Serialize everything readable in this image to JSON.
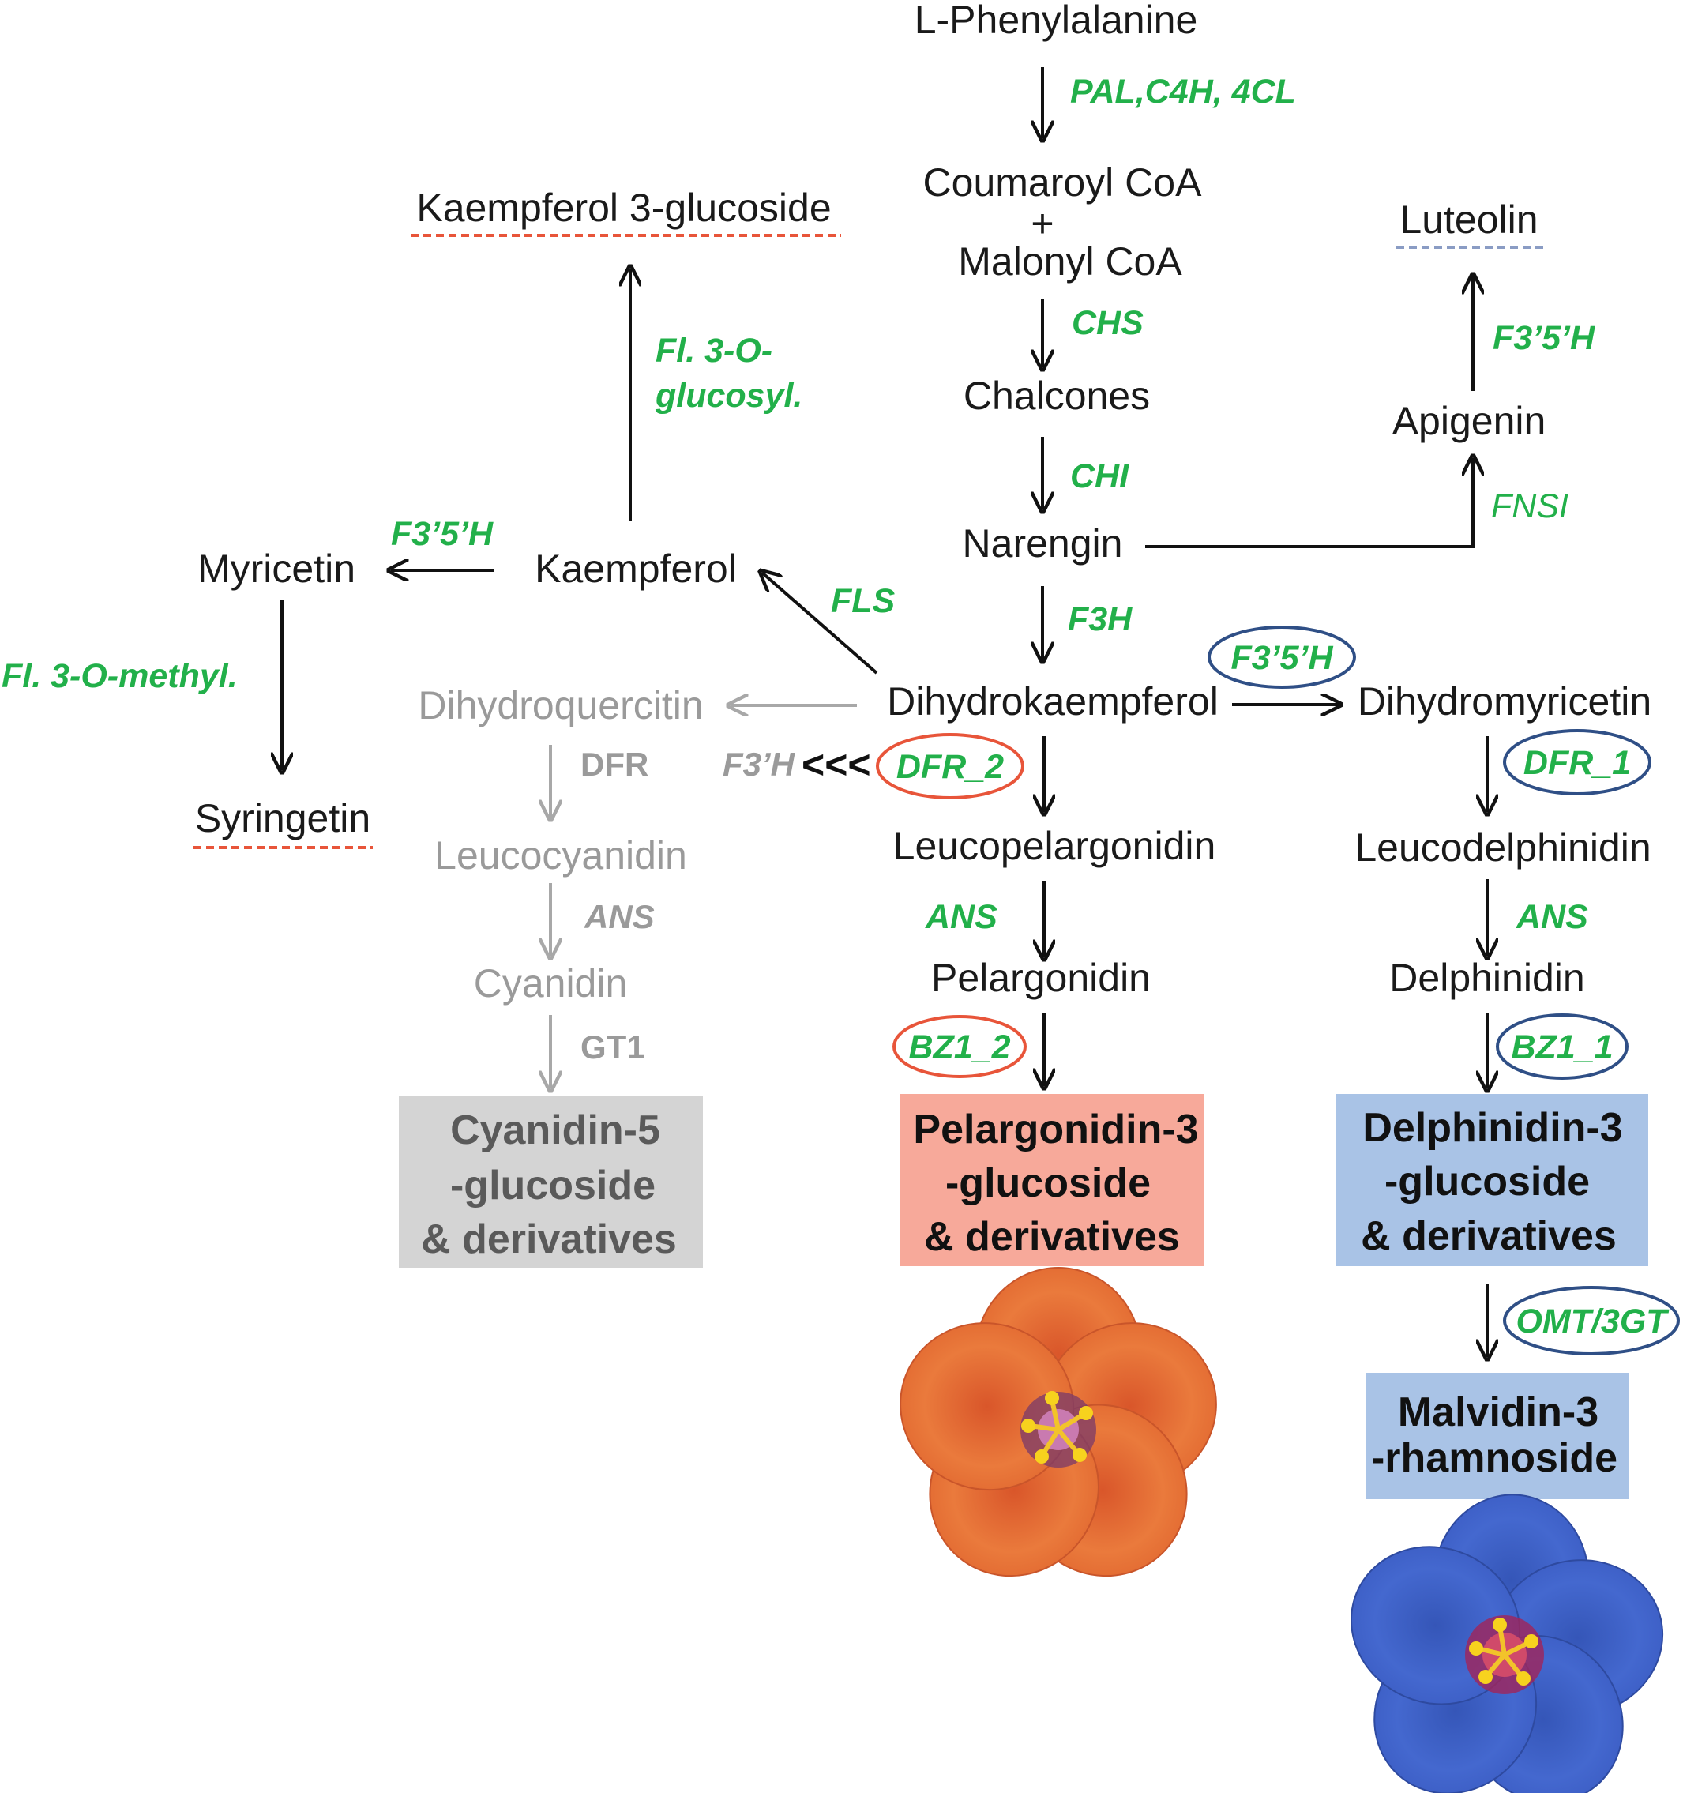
{
  "compounds": {
    "l_phenylalanine": "L-Phenylalanine",
    "coumaroyl_coa": "Coumaroyl CoA",
    "plus": "+",
    "malonyl_coa": "Malonyl CoA",
    "chalcones": "Chalcones",
    "narengin": "Narengin",
    "dihydrokaempferol": "Dihydrokaempferol",
    "dihydromyricetin": "Dihydromyricetin",
    "dihydroquercitin": "Dihydroquercitin",
    "kaempferol": "Kaempferol",
    "kaempferol_3_glucoside": "Kaempferol 3-glucoside",
    "myricetin": "Myricetin",
    "syringetin": "Syringetin",
    "apigenin": "Apigenin",
    "luteolin": "Luteolin",
    "leucopelargonidin": "Leucopelargonidin",
    "pelargonidin": "Pelargonidin",
    "leucodelphinidin": "Leucodelphinidin",
    "delphinidin": "Delphinidin",
    "leucocyanidin": "Leucocyanidin",
    "cyanidin": "Cyanidin"
  },
  "enzymes": {
    "pal_c4h_4cl": "PAL,C4H, 4CL",
    "chs": "CHS",
    "chi": "CHI",
    "f3h": "F3H",
    "fls": "FLS",
    "fl_3_o_glucosyl_1": "Fl. 3-O-",
    "fl_3_o_glucosyl_2": "glucosyl.",
    "f35h_myricetin": "F3’5’H",
    "fl_3_o_methyl": "Fl. 3-O-methyl.",
    "f35h_luteolin": "F3’5’H",
    "fnsi": "FNSI",
    "f35h_circled": "F3’5’H",
    "dfr_2": "DFR_2",
    "dfr_1": "DFR_1",
    "f3h_gray": "F3’H",
    "chevrons": "<<<",
    "dfr_gray": "DFR",
    "ans_gray": "ANS",
    "gt1_gray": "GT1",
    "ans_pelargonidin": "ANS",
    "ans_delphinidin": "ANS",
    "bz1_2": "BZ1_2",
    "bz1_1": "BZ1_1",
    "omt_3gt": "OMT/3GT"
  },
  "products": {
    "cyanidin": [
      "Cyanidin-5",
      "-glucoside",
      "& derivatives"
    ],
    "pelargonidin": [
      "Pelargonidin-3",
      "-glucoside",
      "& derivatives"
    ],
    "delphinidin": [
      "Delphinidin-3",
      "-glucoside",
      "& derivatives"
    ],
    "malvidin": [
      "Malvidin-3",
      "-rhamnoside"
    ]
  },
  "colors": {
    "enzyme_green": "#22b04a",
    "inactive_gray": "#9a9a9a",
    "red_circle": "#e8553a",
    "blue_circle": "#2f4f86",
    "pelargonidin_box": "#f7a99a",
    "delphinidin_box": "#a9c3e6",
    "cyanidin_box": "#d4d4d4",
    "orange_flower": "#e87538",
    "blue_flower": "#3f62c8"
  }
}
